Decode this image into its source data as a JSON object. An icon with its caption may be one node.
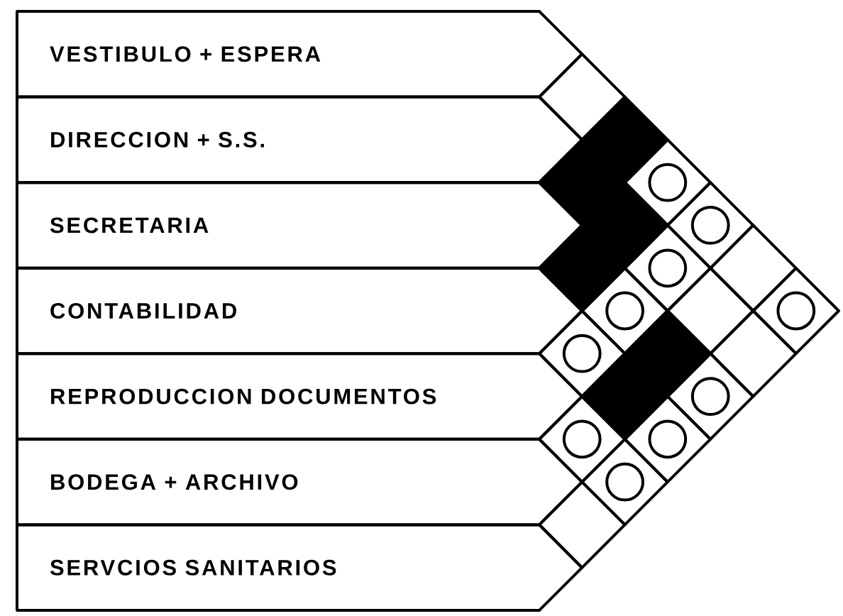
{
  "diagram": {
    "nodes": [
      {
        "text": [
          "VESTIBULO + ESPERA"
        ]
      },
      {
        "text": [
          "DIRECCION + S.S."
        ]
      },
      {
        "text": [
          "SECRETARIA"
        ]
      },
      {
        "text": [
          "CONTABILIDAD"
        ]
      },
      {
        "text": [
          "REPRODUCCION DOCUMENTOS"
        ]
      },
      {
        "text": [
          "BODEGA + ARCHIVO"
        ]
      },
      {
        "text": [
          "SERVCIOS SANITARIOS"
        ]
      },
      {
        "text": [],
        "shape": "diamond"
      },
      {
        "text": [],
        "shape": "block"
      },
      {
        "text": [],
        "shape": "block"
      },
      {
        "text": [],
        "shape": "circle"
      },
      {
        "text": [],
        "shape": "circle"
      },
      {
        "text": [],
        "shape": "diamond"
      },
      {
        "text": [],
        "shape": "block"
      },
      {
        "text": [],
        "shape": "block"
      },
      {
        "text": [],
        "shape": "circle"
      },
      {
        "text": [],
        "shape": "block"
      },
      {
        "text": [],
        "shape": "circle"
      },
      {
        "text": [],
        "shape": "circle"
      },
      {
        "text": [],
        "shape": "circle"
      },
      {
        "text": [],
        "shape": "block"
      },
      {
        "text": [],
        "shape": "circle"
      },
      {
        "text": [],
        "shape": "circle"
      },
      {
        "text": [],
        "shape": "diamond"
      },
      {
        "text": [],
        "shape": "circle"
      },
      {
        "text": [],
        "shape": "diamond"
      },
      {
        "text": [],
        "shape": "diamond"
      },
      {
        "text": [],
        "shape": "circle"
      }
    ]
  }
}
